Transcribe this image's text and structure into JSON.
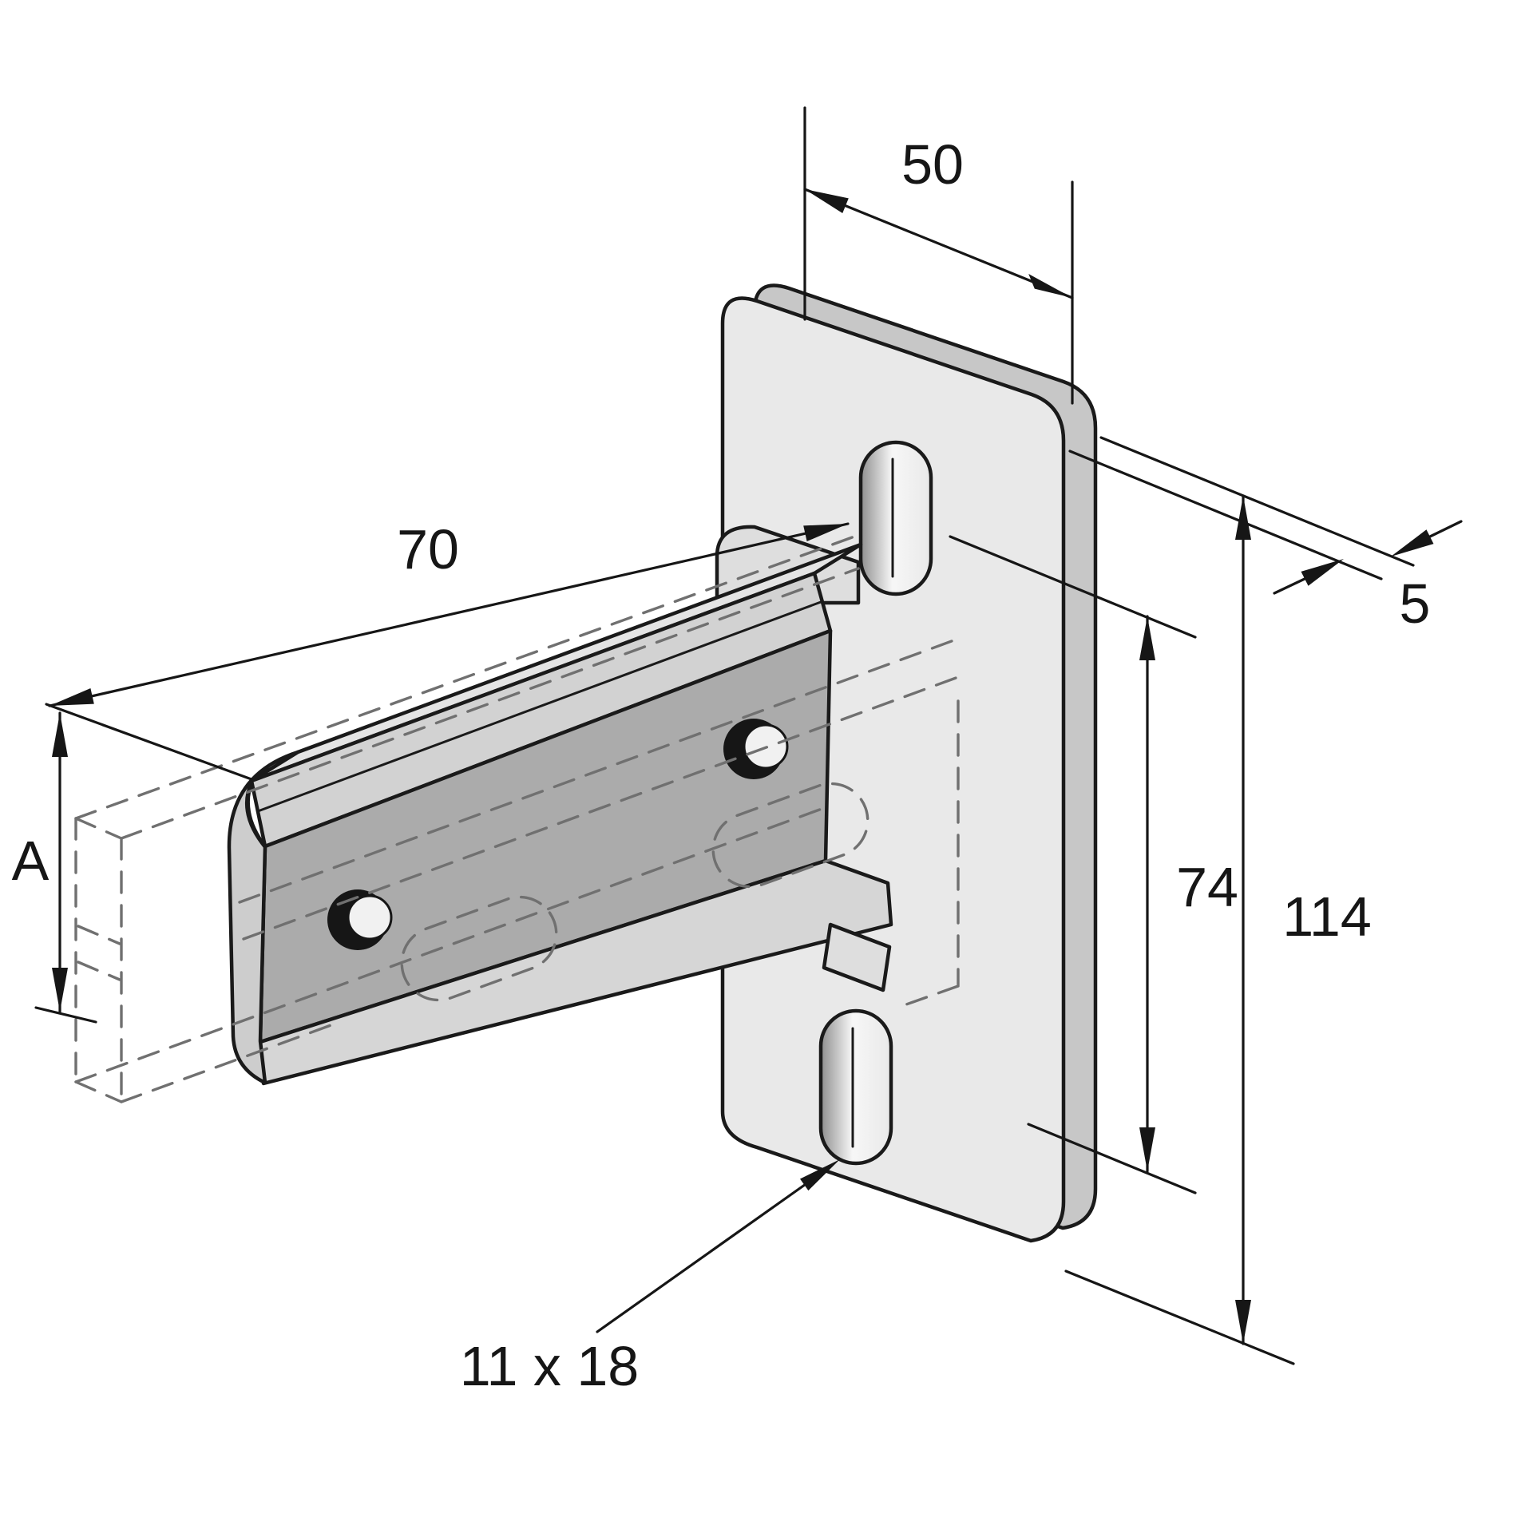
{
  "diagram": {
    "kind": "isometric-technical-drawing",
    "subject": "cantilever channel bracket with slotted back plate, hidden strut channel shown dashed",
    "labels": {
      "plate_width": "50",
      "plate_thickness": "5",
      "arm_length": "70",
      "channel_height": "A",
      "slot_spacing": "74",
      "plate_height": "114",
      "slot_size": "11 x 18"
    },
    "colors": {
      "background": "#ffffff",
      "outline": "#1a1a1a",
      "hidden_line": "#707070",
      "plate_face": "#e9e9e9",
      "plate_edge": "#c7c7c7",
      "tab_face": "#dedede",
      "arm_top": "#e4e4e4",
      "arm_front": "#d2d2d2",
      "arm_web": "#ababab",
      "arm_bottom": "#d6d6d6",
      "arm_endcap": "#cdcdcd",
      "bolt_head": "#161616",
      "bolt_face": "#f1f1f1"
    }
  }
}
